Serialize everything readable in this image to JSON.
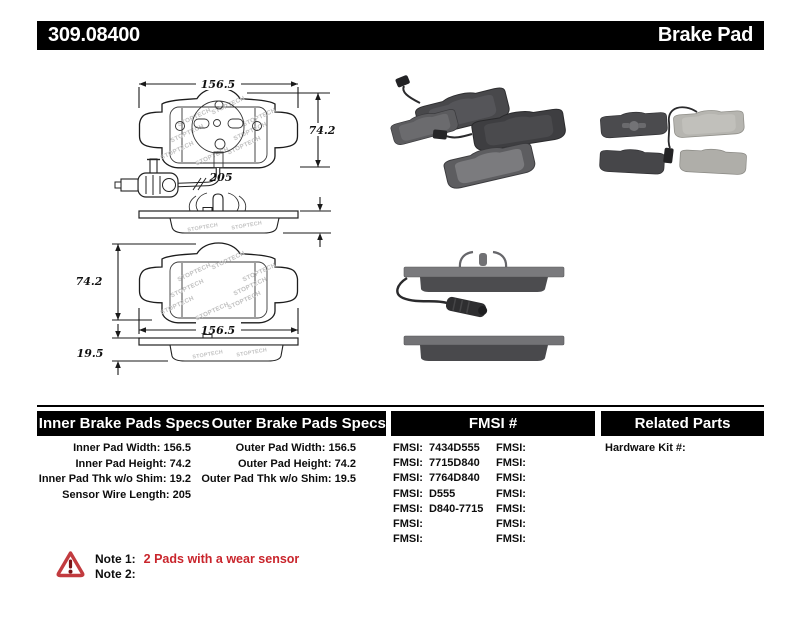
{
  "header": {
    "part_number": "309.08400",
    "product_name": "Brake Pad"
  },
  "drawing": {
    "watermark": "STOPTECH",
    "dims": {
      "width_top": "156.5",
      "height_right": "74.2",
      "sensor_wire_length": "205",
      "height_left": "74.2",
      "width_bottom": "156.5",
      "thickness_bottom": "19.5"
    }
  },
  "tables": {
    "inner_specs": {
      "title": "Inner Brake Pads Specs",
      "rows": [
        {
          "label": "Inner Pad Width:",
          "value": "156.5"
        },
        {
          "label": "Inner Pad Height:",
          "value": "74.2"
        },
        {
          "label": "Inner Pad Thk w/o Shim:",
          "value": "19.2"
        },
        {
          "label": "Sensor Wire Length:",
          "value": "205"
        }
      ]
    },
    "outer_specs": {
      "title": "Outer Brake Pads Specs",
      "rows": [
        {
          "label": "Outer Pad Width:",
          "value": "156.5"
        },
        {
          "label": "Outer Pad Height:",
          "value": "74.2"
        },
        {
          "label": "Outer Pad Thk w/o Shim:",
          "value": "19.5"
        }
      ]
    },
    "fmsi": {
      "title": "FMSI #",
      "left": [
        {
          "label": "FMSI:",
          "value": "7434D555"
        },
        {
          "label": "FMSI:",
          "value": "7715D840"
        },
        {
          "label": "FMSI:",
          "value": "7764D840"
        },
        {
          "label": "FMSI:",
          "value": "D555"
        },
        {
          "label": "FMSI:",
          "value": "D840-7715"
        },
        {
          "label": "FMSI:",
          "value": ""
        },
        {
          "label": "FMSI:",
          "value": ""
        }
      ],
      "right": [
        {
          "label": "FMSI:",
          "value": ""
        },
        {
          "label": "FMSI:",
          "value": ""
        },
        {
          "label": "FMSI:",
          "value": ""
        },
        {
          "label": "FMSI:",
          "value": ""
        },
        {
          "label": "FMSI:",
          "value": ""
        },
        {
          "label": "FMSI:",
          "value": ""
        },
        {
          "label": "FMSI:",
          "value": ""
        }
      ]
    },
    "related": {
      "title": "Related Parts",
      "rows": [
        {
          "label": "Hardware Kit #:",
          "value": ""
        }
      ]
    }
  },
  "notes": {
    "note1_label": "Note 1:",
    "note1_text": "2 Pads with a wear sensor",
    "note2_label": "Note 2:",
    "note2_text": ""
  },
  "colors": {
    "header_bg": "#000000",
    "note_red": "#c9252c"
  }
}
